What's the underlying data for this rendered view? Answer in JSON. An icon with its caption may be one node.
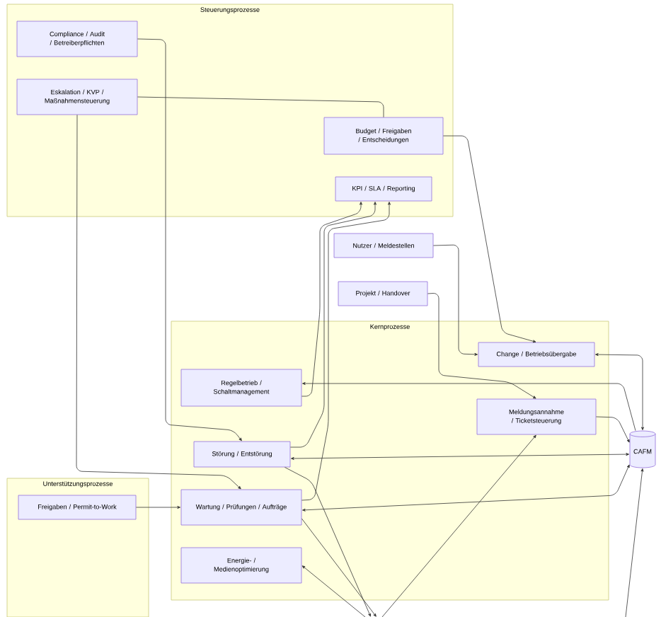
{
  "diagram": {
    "nodes": [
      {
        "text": [
          "Steuerungsprozesse"
        ]
      },
      {
        "text": [
          "Compliance / Audit / Betreiberpflichten"
        ],
        "in": 0
      },
      {
        "text": [
          "Eskalation / KVP / Maßnahmensteuerung"
        ],
        "in": 0
      },
      {
        "text": [
          "Budget / Freigaben / Entscheidungen"
        ],
        "in": 0
      },
      {
        "text": [
          "KPI / SLA / Reporting"
        ],
        "in": 0
      },
      {
        "text": [
          "Nutzer / Meldestellen"
        ]
      },
      {
        "text": [
          "Projekt / Handover"
        ]
      },
      {
        "text": [
          "Kernprozesse"
        ]
      },
      {
        "text": [
          "Change / Betriebsübergabe"
        ],
        "in": 7
      },
      {
        "text": [
          "Regelbetrieb / Schaltmanagement"
        ],
        "in": 7
      },
      {
        "text": [
          "Meldungsannahme / Ticketsteuerung"
        ],
        "in": 7
      },
      {
        "text": [
          "Störung / Entstörung"
        ],
        "in": 7
      },
      {
        "text": [
          "Wartung / Prüfungen / Aufträge"
        ],
        "in": 7
      },
      {
        "text": [
          "Energie- / Medienoptimierung"
        ],
        "in": 7
      },
      {
        "text": [
          "CAFM"
        ]
      },
      {
        "text": [
          "Unterstützungsprozesse"
        ]
      },
      {
        "text": [
          "Freigaben / Permit-to-Work"
        ],
        "in": 15
      }
    ],
    "edges": [
      {
        "from": 1,
        "to": 11,
        "arrow": "to"
      },
      {
        "from": 2,
        "to": 12,
        "arrow": "to"
      },
      {
        "from": 2,
        "to": 3,
        "arrow": "none"
      },
      {
        "from": 3,
        "to": 8,
        "arrow": "to"
      },
      {
        "from": 9,
        "to": 4,
        "arrow": "to"
      },
      {
        "from": 11,
        "to": 4,
        "arrow": "to"
      },
      {
        "from": 12,
        "to": 4,
        "arrow": "to"
      },
      {
        "from": 5,
        "to": 8,
        "arrow": "to"
      },
      {
        "from": 6,
        "to": 10,
        "arrow": "to"
      },
      {
        "from": 14,
        "to": 8,
        "arrow": "both"
      },
      {
        "from": 14,
        "to": 9,
        "arrow": "to"
      },
      {
        "from": 10,
        "to": 14,
        "arrow": "to"
      },
      {
        "from": 14,
        "to": 11,
        "arrow": "both"
      },
      {
        "from": 14,
        "to": 12,
        "arrow": "both"
      },
      {
        "from": 16,
        "to": 12,
        "arrow": "to"
      },
      {
        "from": 11,
        "to": null,
        "arrow": "to"
      },
      {
        "from": 12,
        "to": null,
        "arrow": "to"
      },
      {
        "from": null,
        "to": 13,
        "arrow": "to"
      },
      {
        "from": null,
        "to": 10,
        "arrow": "to"
      },
      {
        "from": null,
        "to": 14,
        "arrow": "to"
      }
    ]
  }
}
